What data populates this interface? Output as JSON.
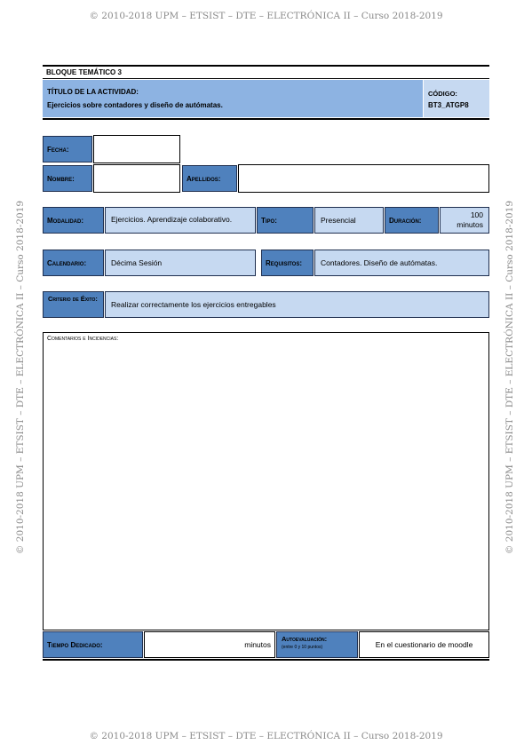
{
  "watermark": "© 2010-2018 UPM – ETSIST – DTE – ELECTRÓNICA II – Curso 2018-2019",
  "header": {
    "block_title": "BLOQUE TEMÁTICO 3",
    "activity_title_label": "TÍTULO DE LA ACTIVIDAD:",
    "activity_title": "Ejercicios sobre contadores y diseño de autómatas.",
    "code_label": "CÓDIGO:",
    "code": "BT3_ATGP8"
  },
  "form": {
    "fecha_label": "Fecha:",
    "fecha_value": "",
    "nombre_label": "Nombre:",
    "nombre_value": "",
    "apellidos_label": "Apellidos:",
    "apellidos_value": ""
  },
  "details": {
    "modalidad_label": "Modalidad:",
    "modalidad_value": "Ejercicios. Aprendizaje colaborativo.",
    "tipo_label": "Tipo:",
    "tipo_value": "Presencial",
    "duracion_label": "Duración:",
    "duracion_value": "100 minutos",
    "calendario_label": "Calendario:",
    "calendario_value": "Décima Sesión",
    "requisitos_label": "Requisitos:",
    "requisitos_value": "Contadores. Diseño de autómatas.",
    "criterio_label": "Criterio de Éxito:",
    "criterio_value": "Realizar correctamente los ejercicios entregables"
  },
  "comments": {
    "label": "Comentarios e Incidencias:"
  },
  "footer": {
    "tiempo_label": "Tiempo Dedicado:",
    "tiempo_unit": "minutos",
    "auto_label": "Autoevaluación:",
    "auto_sub": "(entre 0 y 10 puntos)",
    "auto_value": "En el cuestionario de moodle"
  }
}
